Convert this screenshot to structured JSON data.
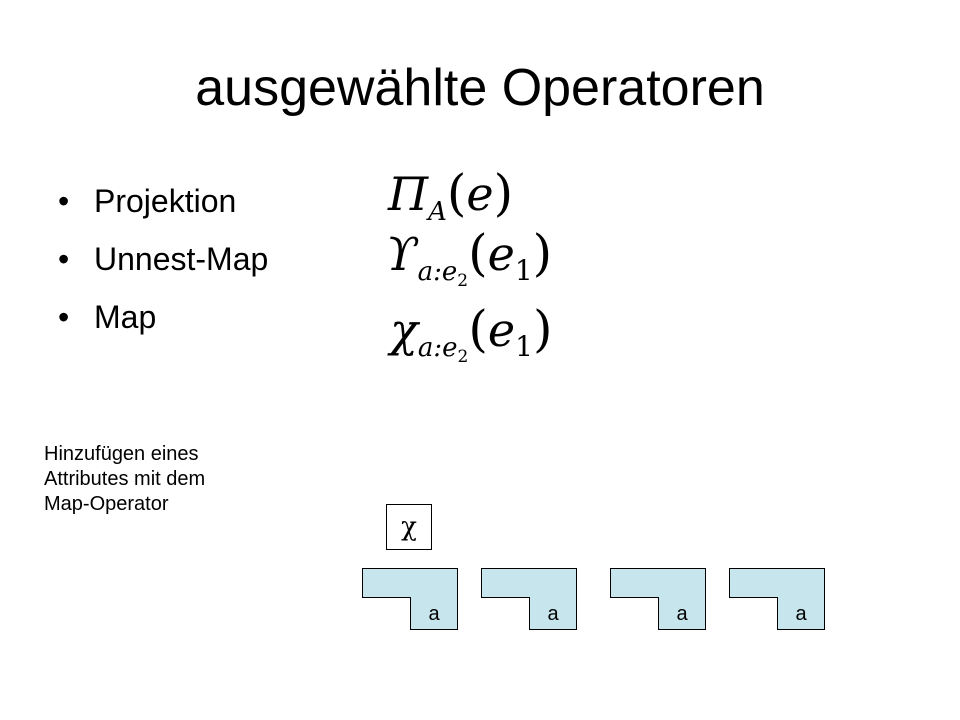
{
  "title": "ausgewählte Operatoren",
  "bullets": [
    {
      "label": "Projektion"
    },
    {
      "label": "Unnest-Map"
    },
    {
      "label": "Map"
    }
  ],
  "bullet_glyph": "•",
  "formulas": {
    "projection": {
      "op": "Π",
      "sub": "A",
      "lparen": "(",
      "arg": "e",
      "rparen": ")"
    },
    "unnest": {
      "op": "ϒ",
      "sub": "a:e",
      "subsub": "2",
      "lparen": "(",
      "arg": "e",
      "argsub": "1",
      "rparen": ")"
    },
    "map": {
      "op": "χ",
      "sub": "a:e",
      "subsub": "2",
      "lparen": "(",
      "arg": "e",
      "argsub": "1",
      "rparen": ")"
    }
  },
  "caption": {
    "lines": [
      "Hinzufügen eines",
      "Attributes mit dem",
      "Map-Operator"
    ]
  },
  "operator_box": {
    "symbol": "χ"
  },
  "tuples": [
    {
      "attr": "a"
    },
    {
      "attr": "a"
    },
    {
      "attr": "a"
    },
    {
      "attr": "a"
    }
  ],
  "colors": {
    "tuple_fill": "#c6e5ec",
    "stroke": "#000000",
    "background": "#ffffff"
  }
}
